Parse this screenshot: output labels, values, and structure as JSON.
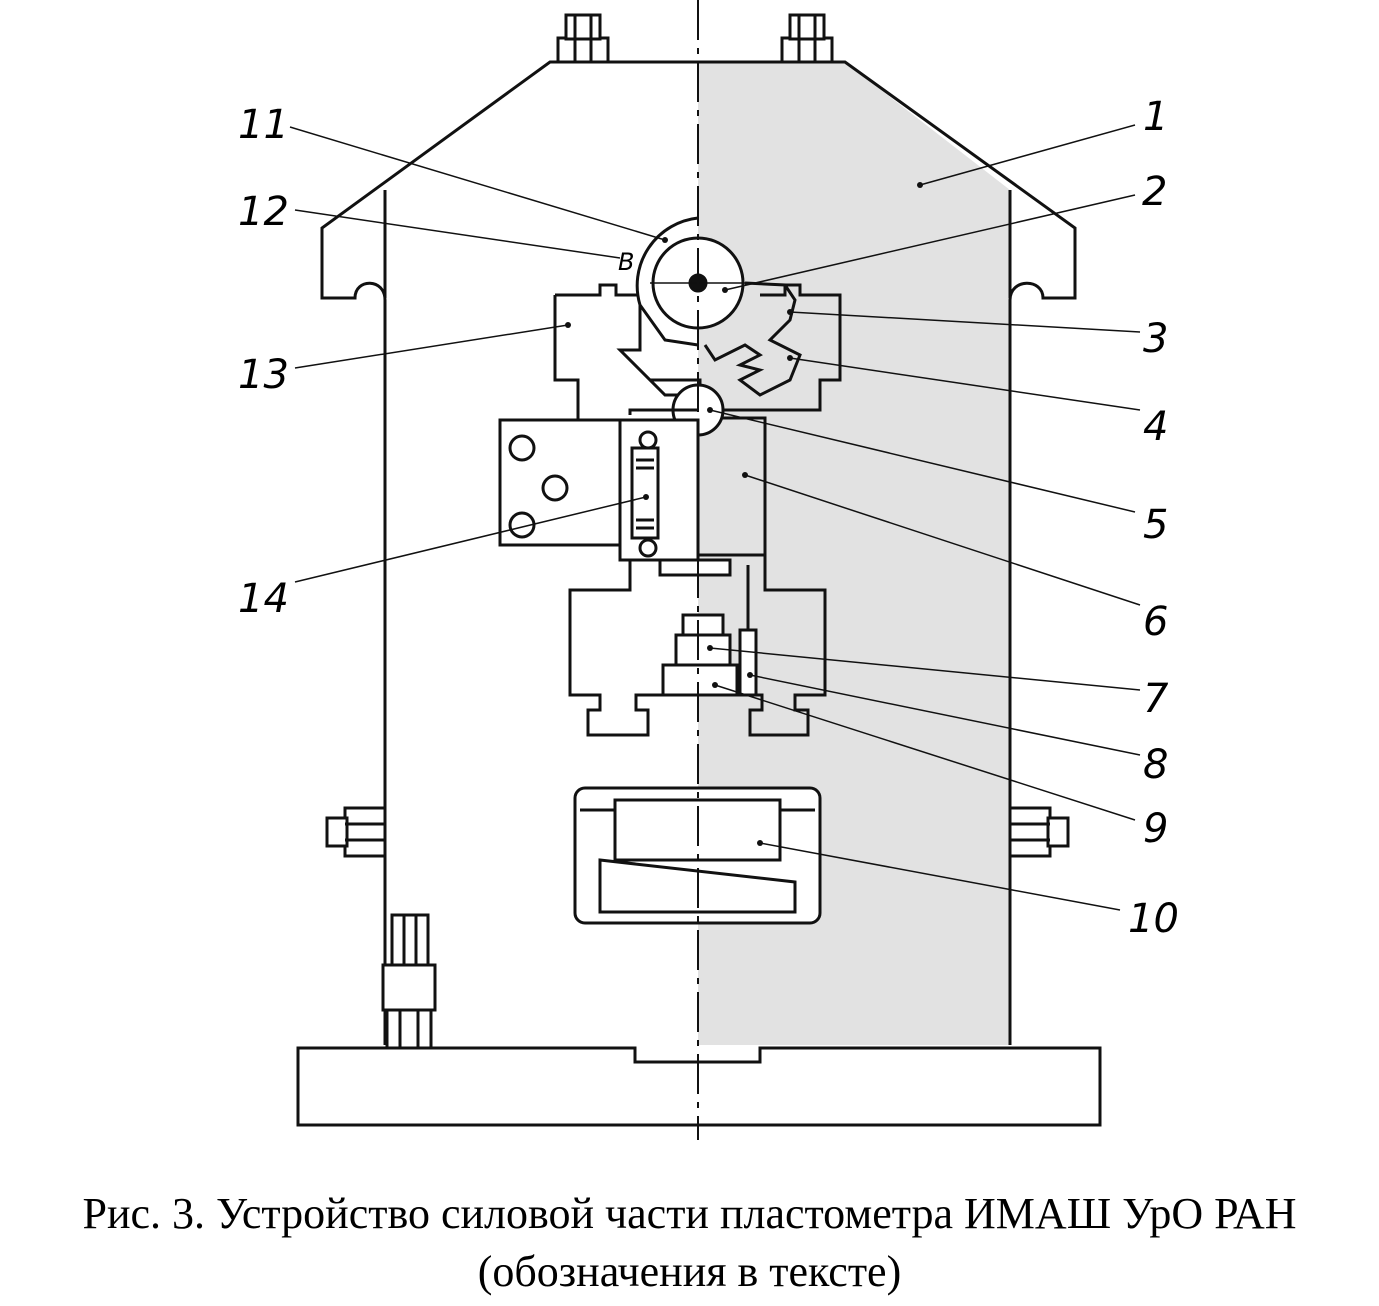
{
  "figure": {
    "callouts": [
      {
        "id": 1,
        "label": "1"
      },
      {
        "id": 2,
        "label": "2"
      },
      {
        "id": 3,
        "label": "3"
      },
      {
        "id": 4,
        "label": "4"
      },
      {
        "id": 5,
        "label": "5"
      },
      {
        "id": 6,
        "label": "6"
      },
      {
        "id": 7,
        "label": "7"
      },
      {
        "id": 8,
        "label": "8"
      },
      {
        "id": 9,
        "label": "9"
      },
      {
        "id": 10,
        "label": "10"
      },
      {
        "id": 11,
        "label": "11"
      },
      {
        "id": 12,
        "label": "12"
      },
      {
        "id": 13,
        "label": "13"
      },
      {
        "id": 14,
        "label": "14"
      }
    ],
    "view_letter": "B",
    "colors": {
      "line": "#111111",
      "shade": "#e2e2e2",
      "background": "#ffffff"
    }
  },
  "caption": {
    "line1": "Рис. 3. Устройство силовой части пластометра ИМАШ УрО РАН",
    "line2": "(обозначения в тексте)"
  }
}
